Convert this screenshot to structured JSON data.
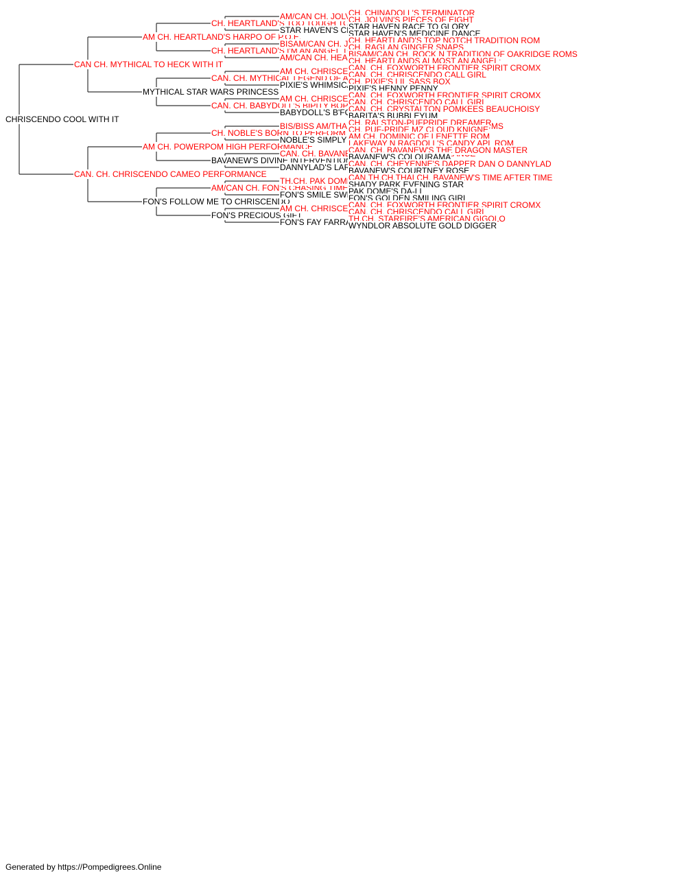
{
  "colors": {
    "champion": "#ff0000",
    "regular": "#000000",
    "line": "#333333"
  },
  "tree": {
    "name": "CHRISCENDO COOL WITH IT",
    "champion": false,
    "sire": {
      "name": "CAN CH. MYTHICAL TO HECK WITH IT",
      "champion": true,
      "sire": {
        "name": "AM CH. HEARTLAND'S HARPO OF P.O.E.",
        "champion": true,
        "sire": {
          "name": "CH. HEARTLAND'S TOO TOUGH TO TOP",
          "champion": true,
          "sire": {
            "name": "AM/CAN CH. JOLVIN CYBER SPACE WARRIOR",
            "champion": true,
            "sire": {
              "name": "CH. CHINADOLL'S TERMINATOR",
              "champion": true
            },
            "dam": {
              "name": "CH. JOLVIN'S PIECES OF EIGHT",
              "champion": true
            }
          },
          "dam": {
            "name": "STAR HAVEN'S CHRISTMAS CACHE",
            "champion": false,
            "sire": {
              "name": "STAR HAVEN RACE TO GLORY",
              "champion": false
            },
            "dam": {
              "name": "STAR HAVEN'S MEDICINE DANCE",
              "champion": false
            }
          }
        },
        "dam": {
          "name": "CH. HEARTLAND'S I'M AN ANGEL TOO",
          "champion": true,
          "sire": {
            "name": "BISAM/CAN CH. JOLVIN'S LEGACY OF GINGER",
            "champion": true,
            "sire": {
              "name": "CH. HEARTLAND'S TOP NOTCH TRADITION ROM",
              "champion": true
            },
            "dam": {
              "name": "CH. RAGLAN GINGER SNAPS",
              "champion": true
            }
          },
          "dam": {
            "name": "AM/CAN CH. HEARTLAND'S SHE WALKS LIKE AN ANGEL",
            "champion": true,
            "sire": {
              "name": "BISAM/CAN CH. ROCK N TRADITION OF OAKRIDGE ROMS",
              "champion": true
            },
            "dam": {
              "name": "CH. HEARTLANDS ALMOST AN ANGEL",
              "champion": true
            }
          }
        }
      },
      "dam": {
        "name": "MYTHICAL STAR WARS PRINCESS",
        "champion": false,
        "sire": {
          "name": "CAN. CH. MYTHICAL LEGEND OF A KING",
          "champion": true,
          "sire": {
            "name": "AM CH. CHRISCENDO CALL TO ARMS ROMS",
            "champion": true,
            "sire": {
              "name": "CAN. CH. FOXWORTH FRONTIER SPIRIT CROMX",
              "champion": true
            },
            "dam": {
              "name": "CAN. CH. CHRISCENDO CALL GIRL",
              "champion": true
            }
          },
          "dam": {
            "name": "PIXIE'S WHIMSICAL DREAM GIRL",
            "champion": false,
            "sire": {
              "name": "CH. PIXIE'S LIL SASS BOX",
              "champion": true
            },
            "dam": {
              "name": "PIXIE'S HENNY PENNY",
              "champion": false
            }
          }
        },
        "dam": {
          "name": "CAN. CH. BABYDOLL'S BIPITY BOPITY BOO",
          "champion": true,
          "sire": {
            "name": "AM CH. CHRISCENDO CALL TO ARMS ROMS",
            "champion": true,
            "sire": {
              "name": "CAN. CH. FOXWORTH FRONTIER SPIRIT CROMX",
              "champion": true
            },
            "dam": {
              "name": "CAN. CH. CHRISCENDO CALL GIRL",
              "champion": true
            }
          },
          "dam": {
            "name": "BABYDOLL'S B'FORE PLAY",
            "champion": false,
            "sire": {
              "name": "CAN. CH. CRYSTALTON POMKEES BEAUCHOISY",
              "champion": true
            },
            "dam": {
              "name": "BARITA'S BUBBLEYUM",
              "champion": false
            }
          }
        }
      }
    },
    "dam": {
      "name": "CAN. CH. CHRISCENDO CAMEO PERFORMANCE",
      "champion": true,
      "sire": {
        "name": "AM CH. POWERPOM HIGH PERFORMANCE",
        "champion": true,
        "sire": {
          "name": "CH. NOBLE'S BORN TO PERFORM",
          "champion": true,
          "sire": {
            "name": "BIS/BISS AM/THAI CH PUFPRIDE SWEET DREAMS ROMS",
            "champion": true,
            "sire": {
              "name": "CH. RALSTON-PUFPRIDE DREAMER",
              "champion": true
            },
            "dam": {
              "name": "CH. PUF-PRIDE MZ CLOUD KNIGNE",
              "champion": true
            }
          },
          "dam": {
            "name": "NOBLE'S SIMPLY STUNNING",
            "champion": false,
            "sire": {
              "name": "AM CH. DOMINIC OF LENETTE ROM",
              "champion": true
            },
            "dam": {
              "name": "LAKEWAY N RAGDOLL'S CANDY APL ROM",
              "champion": true
            }
          }
        },
        "dam": {
          "name": "BAVANEW'S DIVINE INTERVENTION",
          "champion": false,
          "sire": {
            "name": "CAN. CH. BAVANEW'S RAMBO GOES FREELANCE",
            "champion": true,
            "sire": {
              "name": "CAN. CH. BAVANEW'S THE DRAGON MASTER",
              "champion": true
            },
            "dam": {
              "name": "BAVANEW'S COLOURAMA",
              "champion": false
            }
          },
          "dam": {
            "name": "DANNYLAD'S LARA",
            "champion": false,
            "sire": {
              "name": "CAN. CH. CHEYENNE'S DAPPER DAN O DANNYLAD",
              "champion": true
            },
            "dam": {
              "name": "BAVANEW'S COURTNEY ROSE",
              "champion": false
            }
          }
        }
      },
      "dam": {
        "name": "FON'S FOLLOW ME TO CHRISCENDO",
        "champion": false,
        "sire": {
          "name": "AM/CAN CH. FON'S CHASING TIME",
          "champion": true,
          "sire": {
            "name": "TH.CH. PAK DOME'S EVERY TIME",
            "champion": true,
            "sire": {
              "name": "CAN.TH.CH.THAI CH. BAVANEW'S TIME AFTER TIME",
              "champion": true
            },
            "dam": {
              "name": "SHADY PARK EVENING STAR",
              "champion": false
            }
          },
          "dam": {
            "name": "FON'S SMILE SWEETLY",
            "champion": false,
            "sire": {
              "name": "PAK DOME'S DA-LI",
              "champion": false
            },
            "dam": {
              "name": "FON'S GOLDEN SMILING GIRL",
              "champion": false
            }
          }
        },
        "dam": {
          "name": "FON'S PRECIOUS GIFT",
          "champion": false,
          "sire": {
            "name": "AM CH. CHRISCENDO CALL TO ARMS ROMS",
            "champion": true,
            "sire": {
              "name": "CAN. CH. FOXWORTH FRONTIER SPIRIT CROMX",
              "champion": true
            },
            "dam": {
              "name": "CAN. CH. CHRISCENDO CALL GIRL",
              "champion": true
            }
          },
          "dam": {
            "name": "FON'S FAY FARRALELA",
            "champion": false,
            "sire": {
              "name": "TH.CH. STARFIRE'S AMERICAN GIGOLO",
              "champion": true
            },
            "dam": {
              "name": "WYNDLOR ABSOLUTE GOLD DIGGER",
              "champion": false
            }
          }
        }
      }
    }
  },
  "footer": {
    "text": "Generated by https://Pompedigrees.Online"
  }
}
